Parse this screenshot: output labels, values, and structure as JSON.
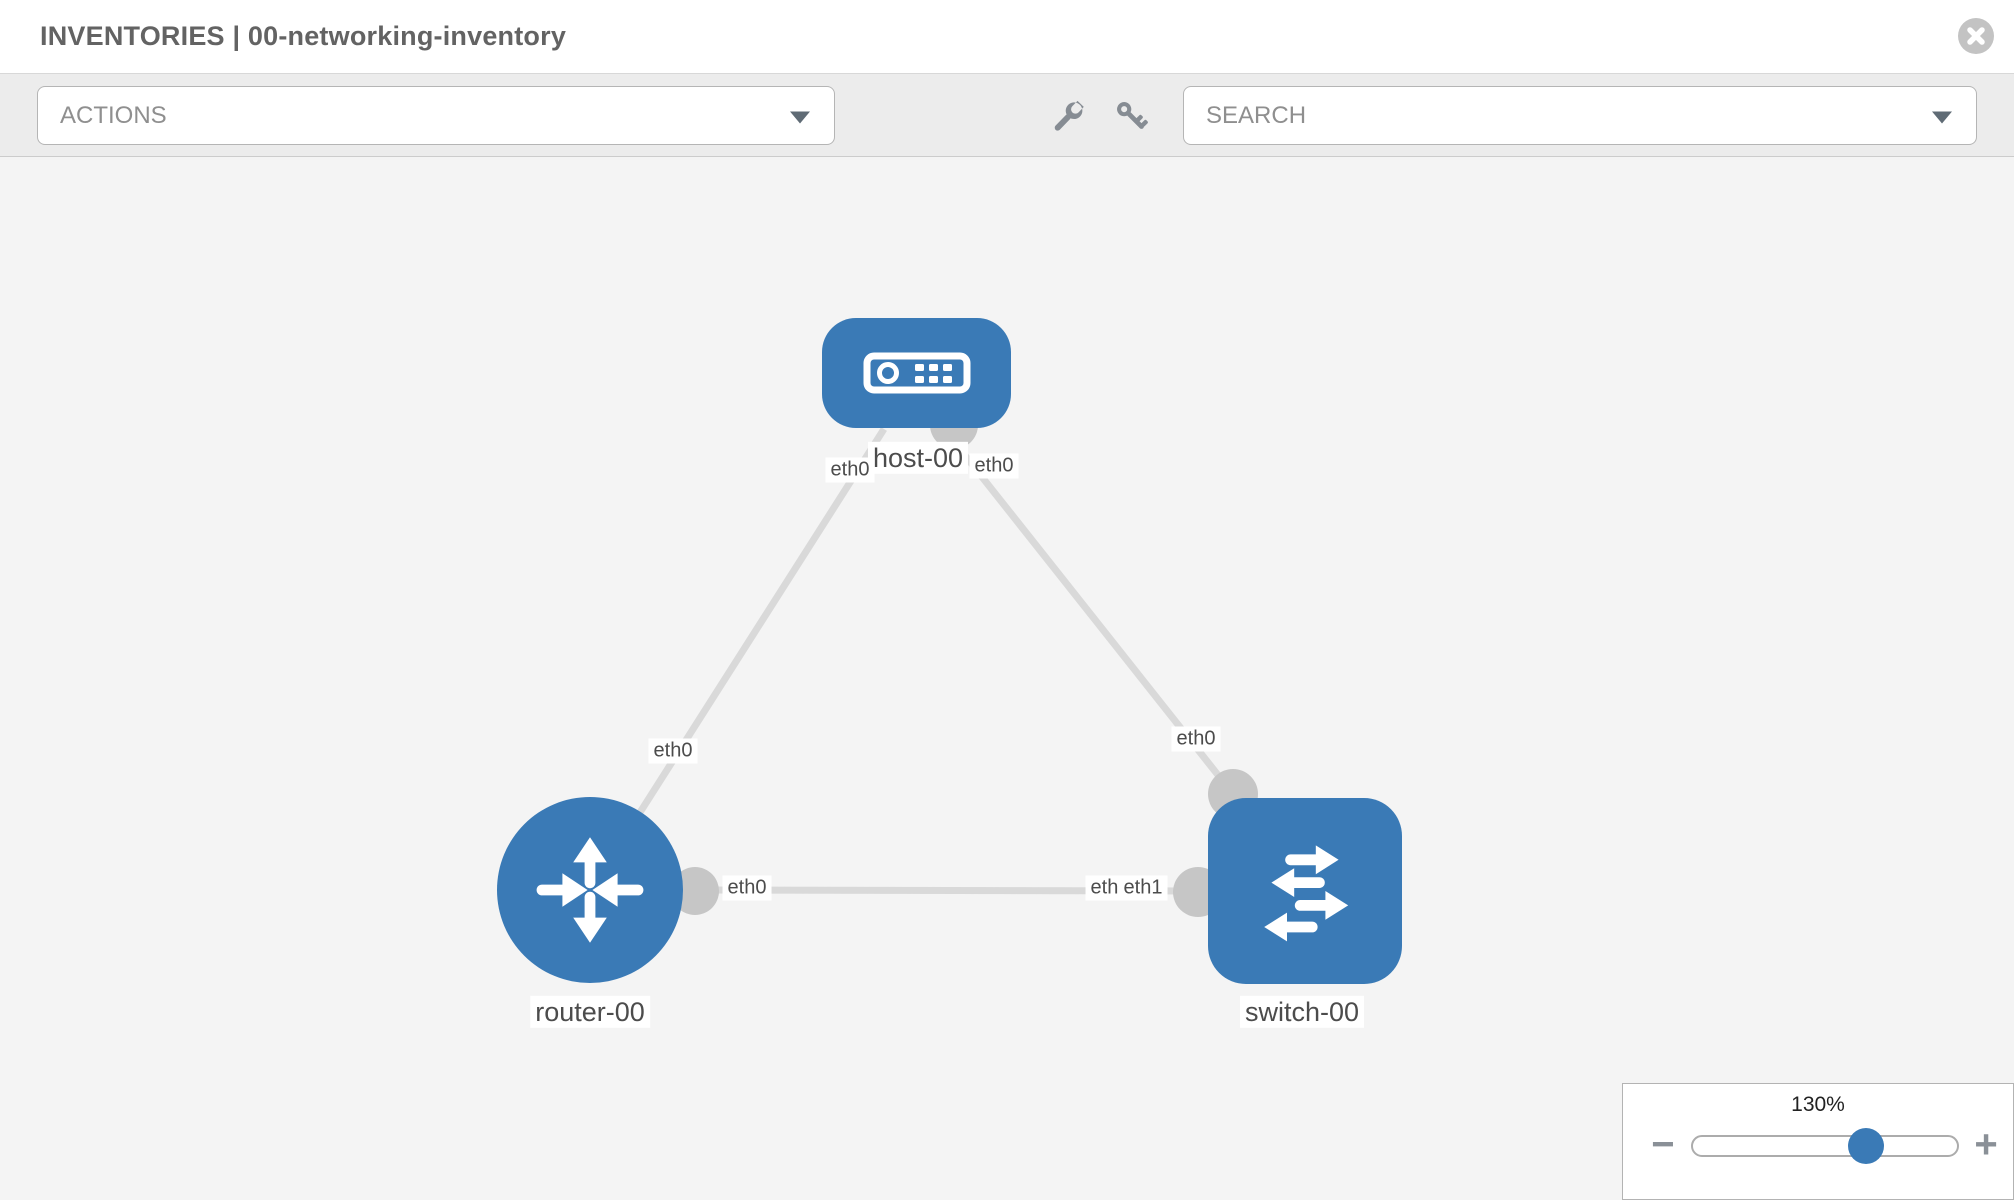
{
  "header": {
    "title": "INVENTORIES | 00-networking-inventory"
  },
  "toolbar": {
    "actions_label": "ACTIONS",
    "search_label": "SEARCH"
  },
  "topology": {
    "nodes": [
      {
        "id": "host-00",
        "type": "host",
        "label": "host-00"
      },
      {
        "id": "router-00",
        "type": "router",
        "label": "router-00"
      },
      {
        "id": "switch-00",
        "type": "switch",
        "label": "switch-00"
      }
    ],
    "links": [
      {
        "from": "host-00",
        "to": "router-00",
        "from_interface": "eth0",
        "to_interface": "eth0"
      },
      {
        "from": "host-00",
        "to": "switch-00",
        "from_interface": "eth0",
        "to_interface": "eth0"
      },
      {
        "from": "router-00",
        "to": "switch-00",
        "from_interface": "eth0",
        "to_interface": "eth1"
      }
    ],
    "interface_labels": {
      "host_left": "eth0",
      "host_right": "eth0",
      "router_top": "eth0",
      "switch_top": "eth0",
      "router_right": "eth0",
      "switch_left_under": "eth0",
      "switch_left": "eth1"
    }
  },
  "zoom": {
    "level": "130%",
    "minus_label": "−",
    "plus_label": "+"
  },
  "colors": {
    "node_blue": "#3a7ab6",
    "link_gray": "#d9d9d9",
    "connector_gray": "#c6c6c6",
    "canvas_bg": "#f4f4f4",
    "toolbar_bg": "#ececec"
  }
}
